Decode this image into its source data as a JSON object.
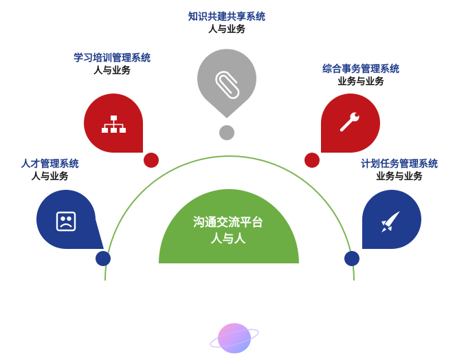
{
  "colors": {
    "blue": "#1f3c8f",
    "red": "#c0161b",
    "gray": "#a7a7a7",
    "green": "#6cae44",
    "title_blue": "#1d3a8a"
  },
  "center": {
    "title": "沟通交流平台",
    "subtitle": "人与人"
  },
  "systems": [
    {
      "id": "talent",
      "title": "人才管理系统",
      "subtitle": "人与业务",
      "icon": "person-card-icon",
      "color": "blue"
    },
    {
      "id": "training",
      "title": "学习培训管理系统",
      "subtitle": "人与业务",
      "icon": "org-chart-icon",
      "color": "red"
    },
    {
      "id": "knowledge",
      "title": "知识共建共享系统",
      "subtitle": "人与业务",
      "icon": "paperclip-icon",
      "color": "gray"
    },
    {
      "id": "affairs",
      "title": "综合事务管理系统",
      "subtitle": "业务与业务",
      "icon": "wrench-icon",
      "color": "red"
    },
    {
      "id": "tasks",
      "title": "计划任务管理系统",
      "subtitle": "业务与业务",
      "icon": "rocket-icon",
      "color": "blue"
    }
  ],
  "logo": "planet-logo-icon"
}
